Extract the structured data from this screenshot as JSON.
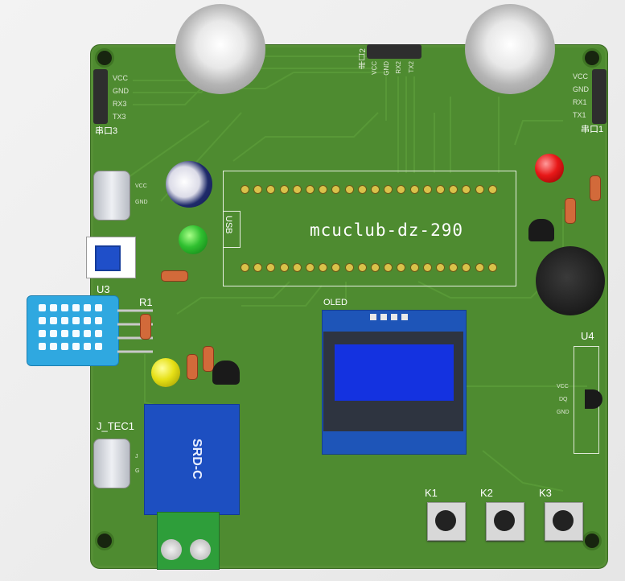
{
  "board": {
    "module_label": "mcuclub-dz-290",
    "usb_label": "USB",
    "oled_label": "OLED",
    "relay_label": "SRD-C",
    "u3_label": "U3",
    "u4_label": "U4",
    "r1_label": "R1",
    "j_tec1_label": "J_TEC1",
    "k1_label": "K1",
    "k2_label": "K2",
    "k3_label": "K3",
    "port3": {
      "title": "串口3",
      "pins": [
        "VCC",
        "GND",
        "RX3",
        "TX3"
      ]
    },
    "port1": {
      "title": "串口1",
      "pins": [
        "VCC",
        "GND",
        "RX1",
        "TX1"
      ]
    },
    "port2": {
      "title": "串口2",
      "pins": [
        "VCC",
        "GND",
        "RX2",
        "TX2"
      ]
    },
    "usb_conn_pins": [
      "VCC",
      "GND"
    ],
    "tec_conn_pins": [
      "J",
      "G"
    ],
    "u4_pins": [
      "VCC",
      "DQ",
      "GND"
    ],
    "colors": {
      "pcb": "#4e8b30",
      "oled_screen": "#1432e0",
      "relay": "#1d4fc1",
      "sensor": "#2fa8e0",
      "terminal": "#2e9e3a"
    }
  }
}
